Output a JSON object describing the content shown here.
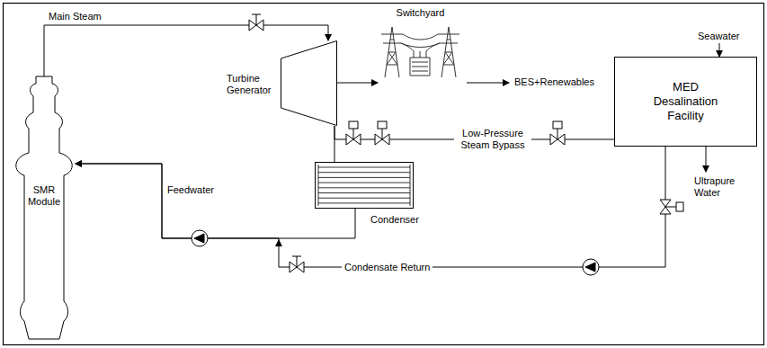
{
  "diagram": {
    "nodes": [
      {
        "text": [
          "SMR Module"
        ]
      },
      {
        "text": [
          "Turbine Generator"
        ]
      },
      {
        "text": [
          "Switchyard"
        ]
      },
      {
        "text": [
          "MED Desalination Facility"
        ]
      },
      {
        "text": [
          "Condenser"
        ]
      }
    ],
    "edges": [
      {
        "from": 0,
        "to": 1,
        "arrow": "to",
        "label": "Main Steam"
      },
      {
        "from": 1,
        "to": 2,
        "arrow": "to"
      },
      {
        "from": 1,
        "to": 4,
        "arrow": "none"
      },
      {
        "from": 1,
        "to": 3,
        "arrow": "none",
        "label": "Low-Pressure Steam Bypass"
      },
      {
        "from": 4,
        "to": 0,
        "arrow": "to",
        "label": "Feedwater"
      },
      {
        "from": 3,
        "to": 0,
        "arrow": "to",
        "label": "Condensate Return"
      }
    ],
    "labels": [
      "BES+Renewables",
      "Seawater",
      "Ultrapure Water"
    ]
  }
}
